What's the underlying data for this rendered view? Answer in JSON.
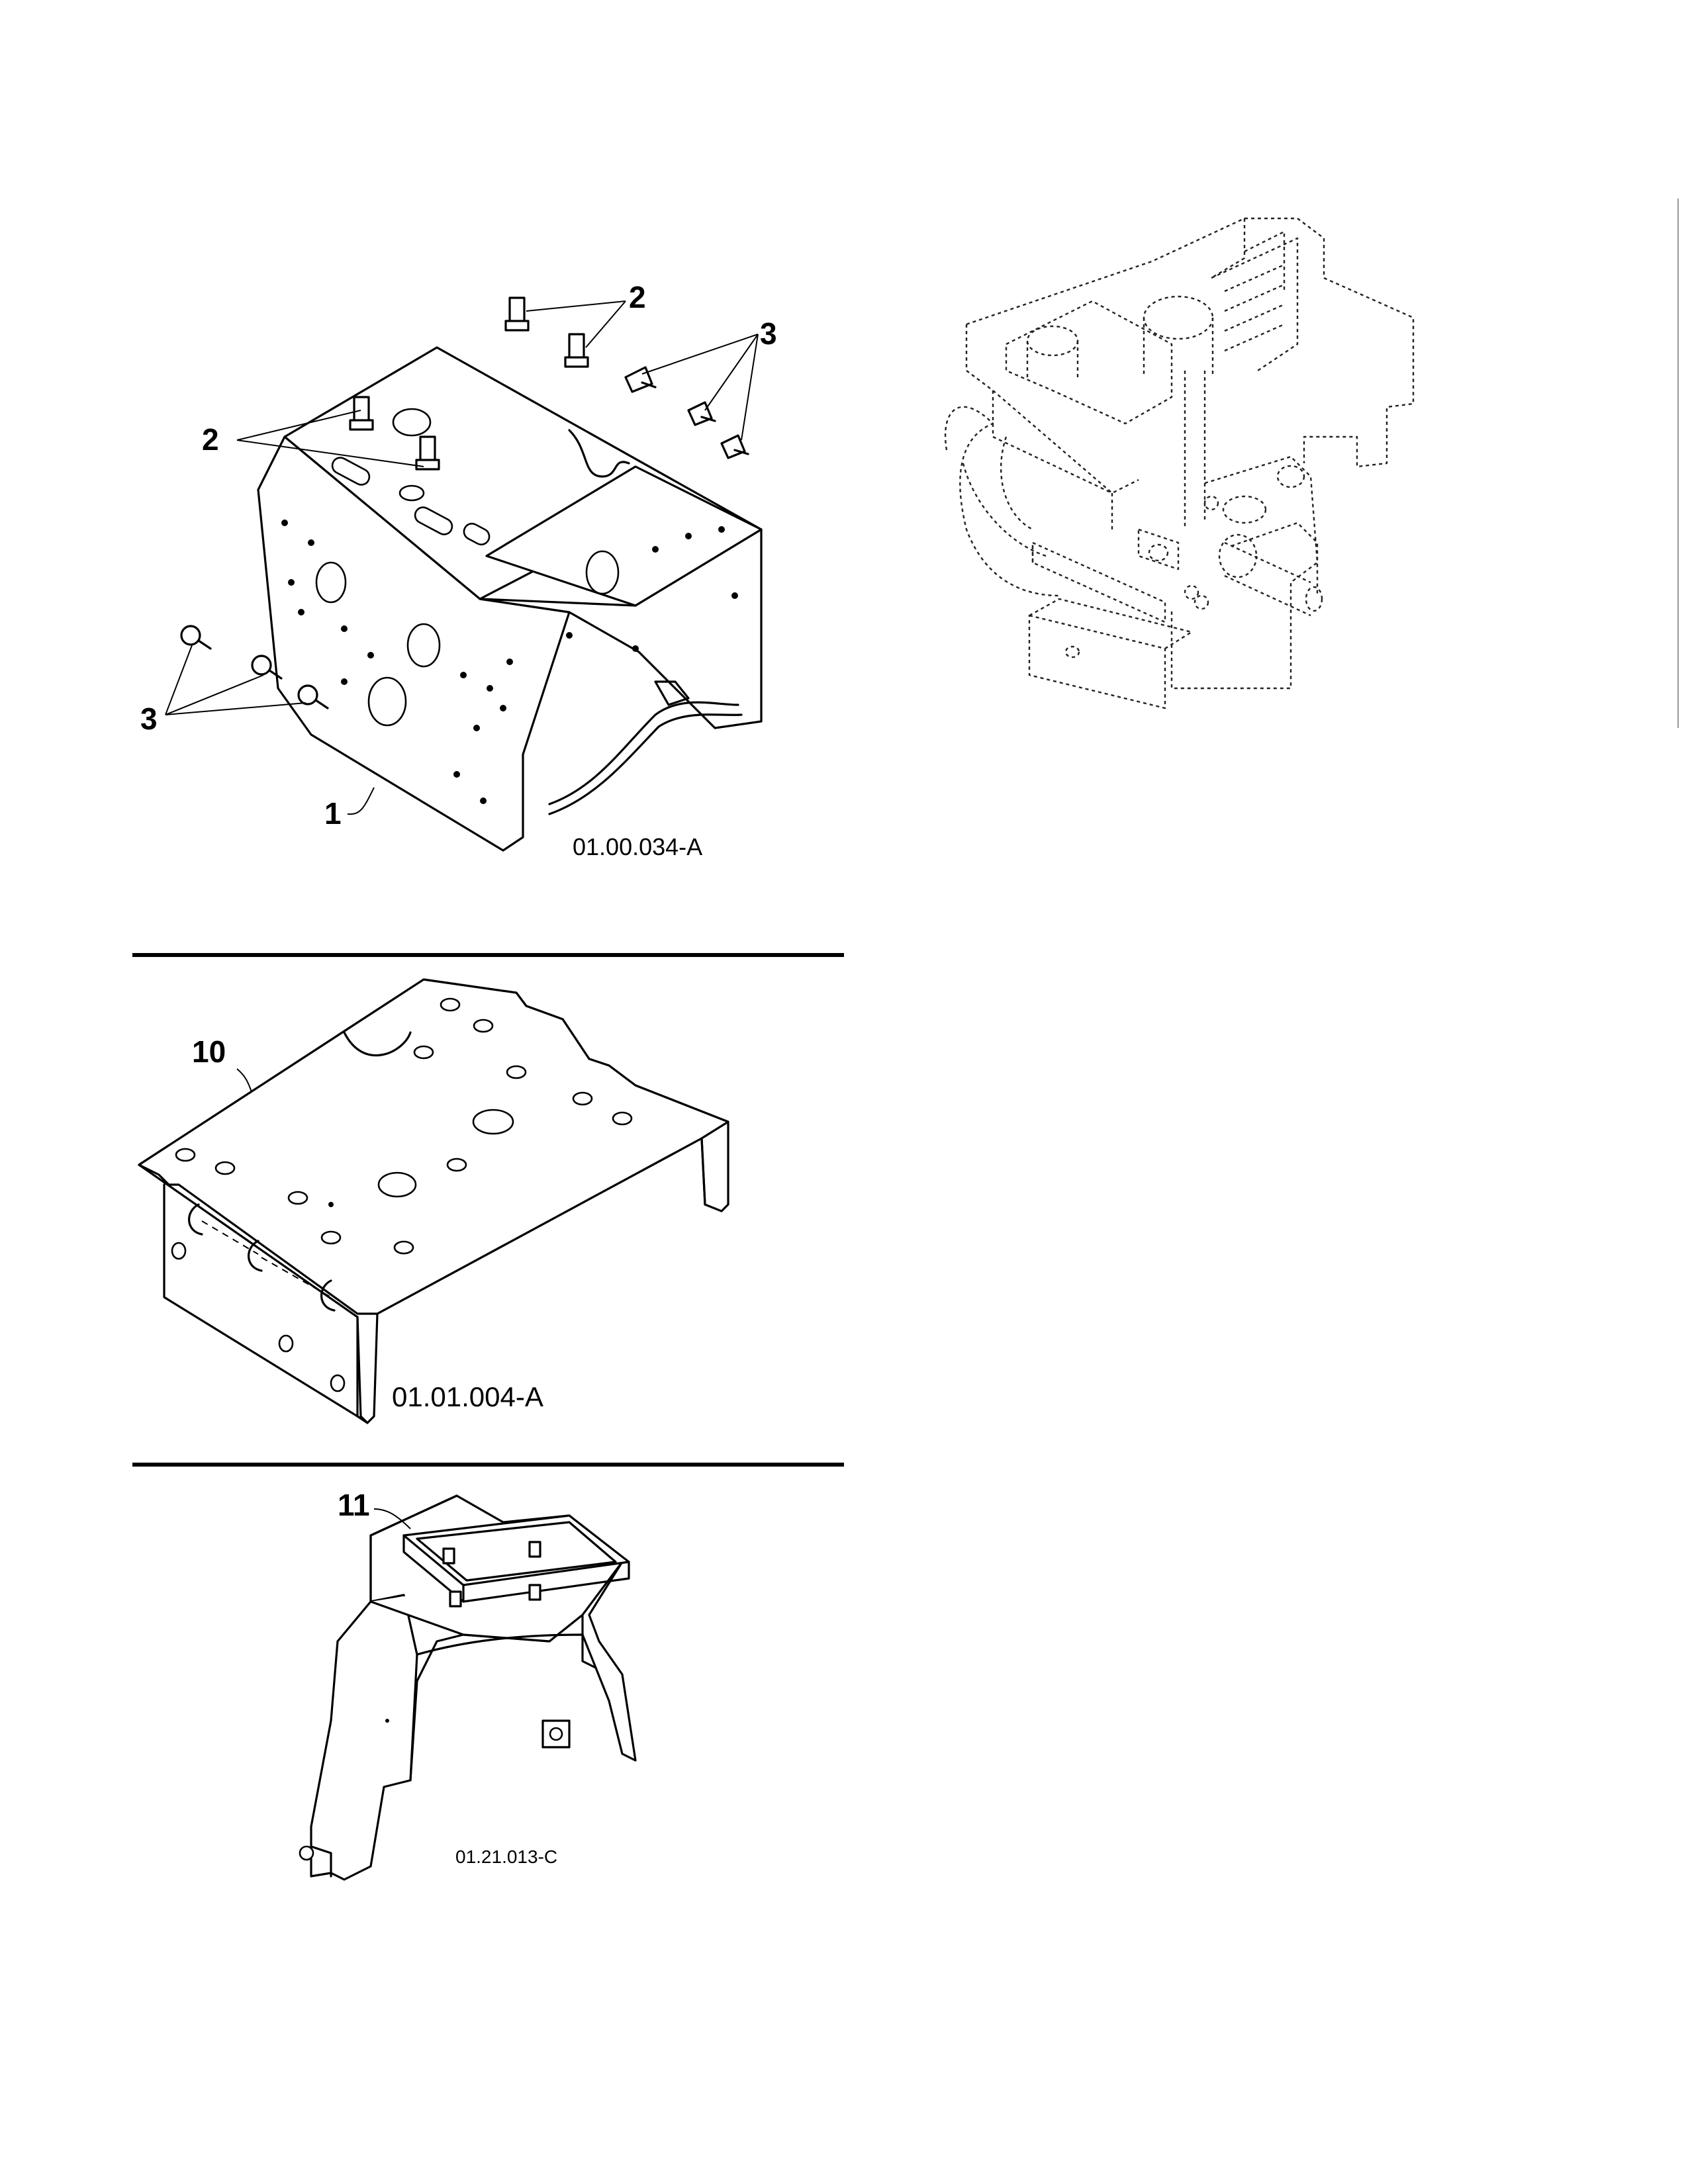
{
  "callouts": {
    "c1": "1",
    "c2a": "2",
    "c2b": "2",
    "c3a": "3",
    "c3b": "3",
    "c10": "10",
    "c11": "11"
  },
  "figure_refs": {
    "frame": "01.00.034-A",
    "plate": "01.01.004-A",
    "cover": "01.21.013-C"
  }
}
